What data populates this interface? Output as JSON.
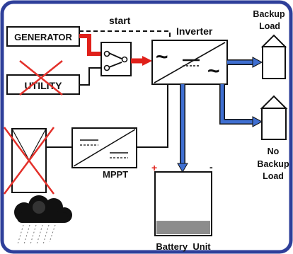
{
  "labels": {
    "start": "start",
    "inverter": "Inverter",
    "generator": "GENERATOR",
    "utility": "UTILITY",
    "mppt": "MPPT",
    "backup_load_line1": "Backup",
    "backup_load_line2": "Load",
    "no_backup_line1": "No",
    "no_backup_line2": "Backup",
    "no_backup_line3": "Load",
    "battery_unit": "Battery  Unit",
    "plus": "+",
    "minus": "-"
  },
  "icons": {
    "ac_symbol": "~",
    "frame": "rounded-blue-frame",
    "transfer_switch": "transfer-switch-icon",
    "solar_panel": "solar-panel-icon",
    "rain_cloud": "rain-cloud-icon",
    "house": "house-icon",
    "disabled_mark": "red-x-icon"
  },
  "colors": {
    "frame": "#2e3f9a",
    "blue_flow": "#3f6fd1",
    "red_flow": "#e0201a",
    "red_x": "#e3302a",
    "battery_level": "#8c8c8c",
    "text": "#111111"
  },
  "battery": {
    "charge_level_pct": 22
  }
}
